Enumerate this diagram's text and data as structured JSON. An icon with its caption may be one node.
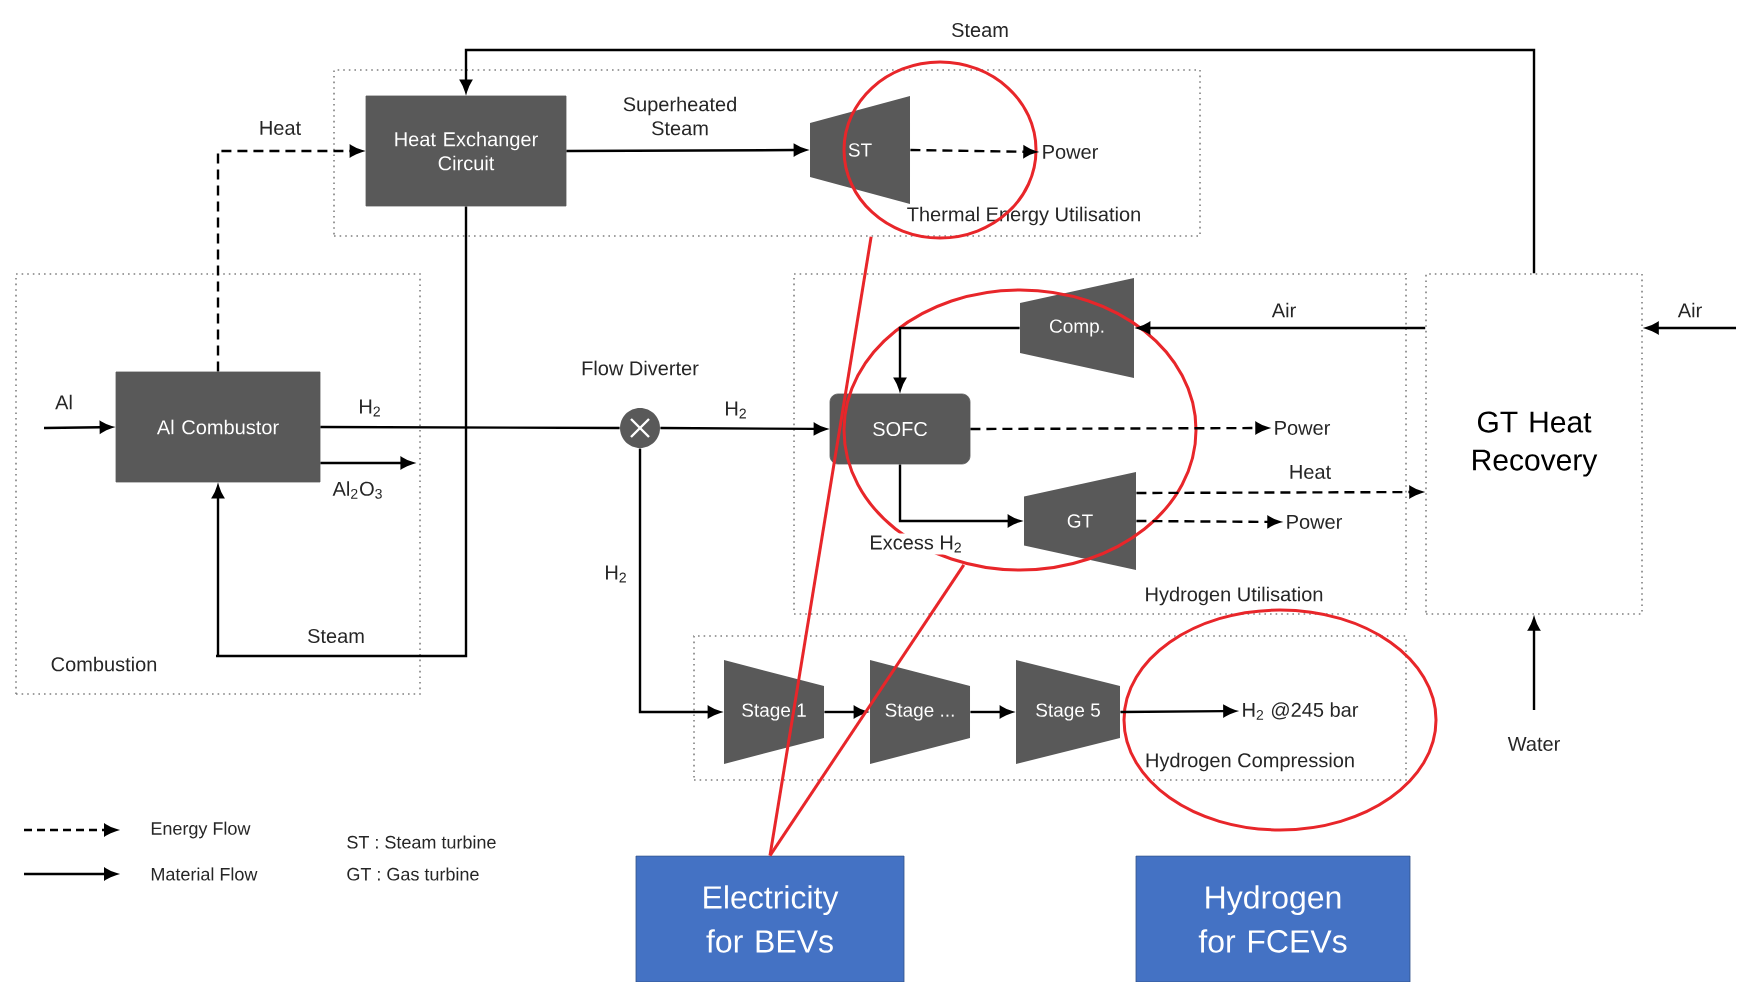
{
  "diagram": {
    "nodes": [
      {
        "text": [
          "Combustion"
        ]
      },
      {
        "text": [
          "Thermal Energy Utilisation"
        ]
      },
      {
        "text": [
          "Hydrogen Utilisation"
        ]
      },
      {
        "text": [
          "Hydrogen Compression"
        ]
      },
      {
        "text": [
          "Al Combustor"
        ],
        "in": 0
      },
      {
        "text": [
          "Heat Exchanger Circuit"
        ],
        "in": 1
      },
      {
        "text": [
          "ST"
        ],
        "in": 1
      },
      {
        "text": [
          "Power"
        ],
        "in": 1
      },
      {
        "text": [],
        "shape": "circle",
        "beside": [
          "Flow Diverter"
        ]
      },
      {
        "text": [
          "Comp."
        ],
        "in": 2
      },
      {
        "text": [
          "SOFC"
        ],
        "in": 2
      },
      {
        "text": [
          "GT"
        ],
        "in": 2
      },
      {
        "text": [
          "Power"
        ],
        "in": 2
      },
      {
        "text": [
          "Power"
        ],
        "in": 2
      },
      {
        "text": [
          "GT Heat Recovery"
        ]
      },
      {
        "text": [
          "Stage 1"
        ],
        "in": 3
      },
      {
        "text": [
          "Stage ..."
        ],
        "in": 3
      },
      {
        "text": [
          "Stage 5"
        ],
        "in": 3
      },
      {
        "text": [
          "H$_{2}$ @245 bar"
        ],
        "in": 3
      },
      {
        "text": [
          "Electricity for BEVs"
        ]
      },
      {
        "text": [
          "Hydrogen for FCEVs"
        ]
      }
    ],
    "edges": [
      {
        "from": null,
        "to": 4,
        "arrow": "to",
        "label": "Al"
      },
      {
        "from": 4,
        "to": 5,
        "arrow": "to",
        "label": "Heat",
        "style": "dashed"
      },
      {
        "from": 5,
        "to": 6,
        "arrow": "to",
        "label": "Superheated Steam"
      },
      {
        "from": 6,
        "to": 7,
        "arrow": "to",
        "style": "dashed"
      },
      {
        "from": 14,
        "to": 5,
        "arrow": "to",
        "label": "Steam"
      },
      {
        "from": 5,
        "to": 4,
        "arrow": "to",
        "label": "Steam"
      },
      {
        "from": 4,
        "to": 8,
        "arrow": "none",
        "label": "H$_{2}$"
      },
      {
        "from": 4,
        "to": null,
        "arrow": "to",
        "label": "Al$_{2}$O$_{3}$"
      },
      {
        "from": 8,
        "to": 10,
        "arrow": "to",
        "label": "H$_{2}$"
      },
      {
        "from": 8,
        "to": 15,
        "arrow": "to",
        "label": "H$_{2}$"
      },
      {
        "from": 14,
        "to": 9,
        "arrow": "to",
        "label": "Air"
      },
      {
        "from": null,
        "to": 14,
        "arrow": "to",
        "label": "Air"
      },
      {
        "from": 9,
        "to": 10,
        "arrow": "to"
      },
      {
        "from": 10,
        "to": 12,
        "arrow": "to",
        "style": "dashed"
      },
      {
        "from": 10,
        "to": 11,
        "arrow": "to",
        "label": "Excess H$_{2}$"
      },
      {
        "from": 11,
        "to": 14,
        "arrow": "to",
        "label": "Heat",
        "style": "dashed"
      },
      {
        "from": 11,
        "to": 13,
        "arrow": "to",
        "style": "dashed"
      },
      {
        "from": 15,
        "to": 16,
        "arrow": "to"
      },
      {
        "from": 16,
        "to": 17,
        "arrow": "to"
      },
      {
        "from": 17,
        "to": 18,
        "arrow": "to"
      },
      {
        "from": null,
        "to": 14,
        "arrow": "to",
        "label": "Water"
      },
      {
        "from": 19,
        "to": 1,
        "arrow": "none",
        "color": "#e8262a"
      },
      {
        "from": 19,
        "to": 2,
        "arrow": "none",
        "color": "#e8262a"
      }
    ],
    "labels": [
      "ST : Steam turbine",
      "GT : Gas turbine"
    ],
    "legend": [
      {
        "text": "Energy Flow"
      },
      {
        "text": "Material Flow"
      }
    ]
  }
}
